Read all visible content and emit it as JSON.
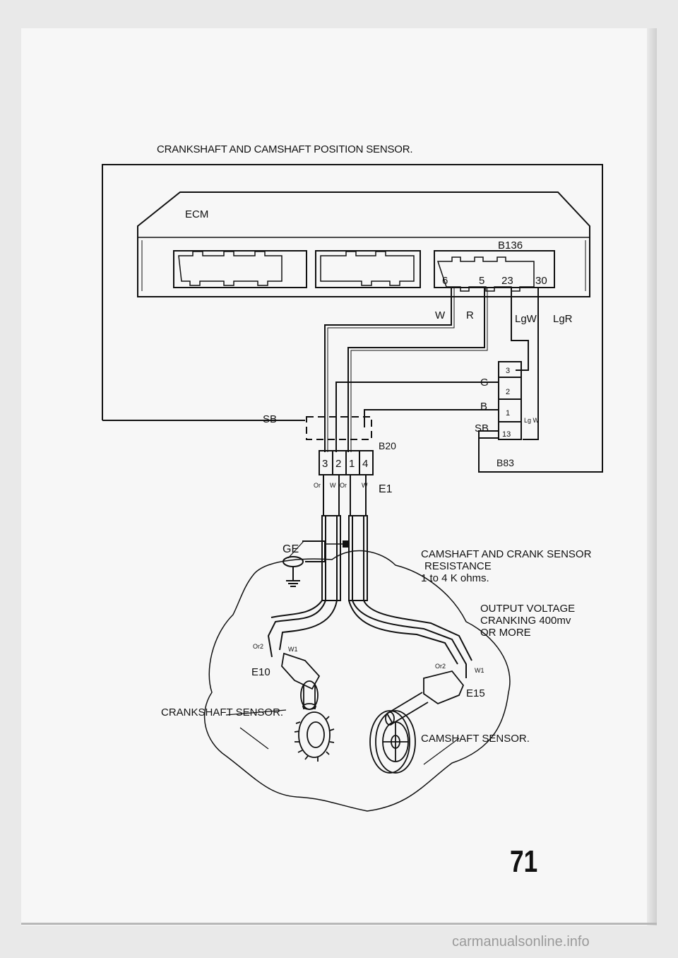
{
  "title": "CRANKSHAFT AND CAMSHAFT POSITION SENSOR.",
  "labels": {
    "ecm": "ECM",
    "b136": "B136",
    "pin6": "6",
    "pin5": "5",
    "pin23": "23",
    "pin30": "30",
    "w": "W",
    "r": "R",
    "lgw": "LgW",
    "lgr": "LgR",
    "g": "G",
    "b": "B",
    "sb_right": "SB",
    "sb_left": "SB",
    "b83": "B83",
    "b83_p3": "3",
    "b83_p2": "2",
    "b83_p1": "1",
    "b83_p13": "13",
    "lg_w_small": "Lg W",
    "b20": "B20",
    "b20_p3": "3",
    "b20_p2": "2",
    "b20_p1": "1",
    "b20_p4": "4",
    "or1": "Or",
    "w1": "W",
    "or2": "Or",
    "w2": "W",
    "e1": "E1",
    "ge": "GE",
    "or2_left": "Or2",
    "w1_left": "W1",
    "e10": "E10",
    "or2_right": "Or2",
    "w1_right": "W1",
    "e15": "E15",
    "crank_sensor": "CRANKSHAFT SENSOR.",
    "cam_sensor": "CAMSHAFT SENSOR."
  },
  "notes": {
    "resistance_l1": "CAMSHAFT AND CRANK SENSOR",
    "resistance_l2": "RESISTANCE",
    "resistance_l3": "1 to 4 K ohms.",
    "output_l1": "OUTPUT VOLTAGE",
    "output_l2": "CRANKING 400mv",
    "output_l3": "OR MORE"
  },
  "page_number": "71",
  "watermark": "carmanualsonline.info"
}
